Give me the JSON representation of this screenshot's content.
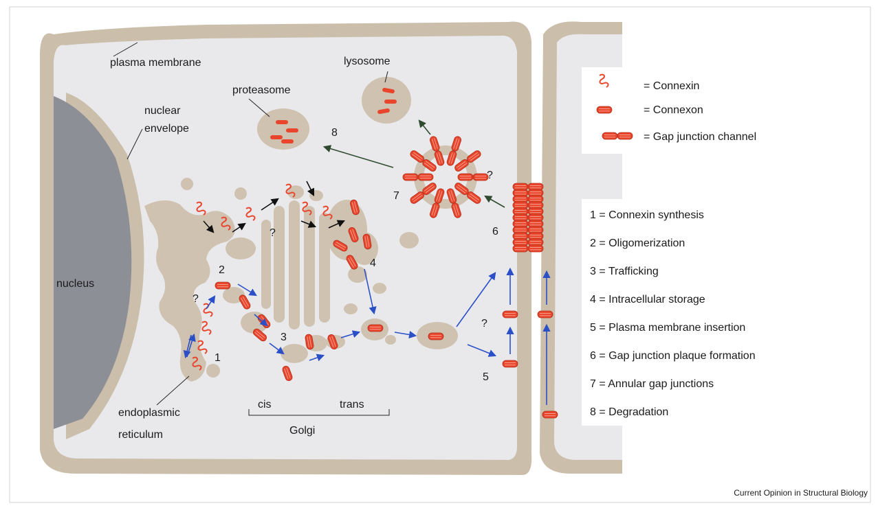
{
  "labels": {
    "plasma_membrane": "plasma membrane",
    "nuclear": "nuclear",
    "envelope": "envelope",
    "nucleus": "nucleus",
    "proteasome": "proteasome",
    "lysosome": "lysosome",
    "endoplasmic": "endoplasmic",
    "reticulum": "reticulum",
    "cis": "cis",
    "trans": "trans",
    "golgi": "Golgi"
  },
  "question_mark": "?",
  "steps": [
    "1",
    "2",
    "3",
    "4",
    "5",
    "6",
    "7",
    "8"
  ],
  "legend": [
    {
      "icon": "connexin-icon",
      "text": "= Connexin"
    },
    {
      "icon": "connexon-icon",
      "text": "= Connexon"
    },
    {
      "icon": "gap-junction-channel-icon",
      "text": "= Gap junction channel"
    }
  ],
  "key": [
    "1 = Connexin synthesis",
    "2 = Oligomerization",
    "3 = Trafficking",
    "4 = Intracellular storage",
    "5 = Plasma membrane insertion",
    "6 = Gap junction plaque formation",
    "7 = Annular gap junctions",
    "8 = Degradation"
  ],
  "credit": "Current Opinion in Structural Biology",
  "colors": {
    "cytoplasm": "#e9e9ec",
    "membrane": "#cbbfac",
    "organelle": "#cfc2b0",
    "nucleus": "#8d8f96",
    "protein": "#e8452c",
    "blue_arrow": "#2a4fc7",
    "black_arrow": "#111111",
    "green_arrow": "#2f4a2f"
  }
}
